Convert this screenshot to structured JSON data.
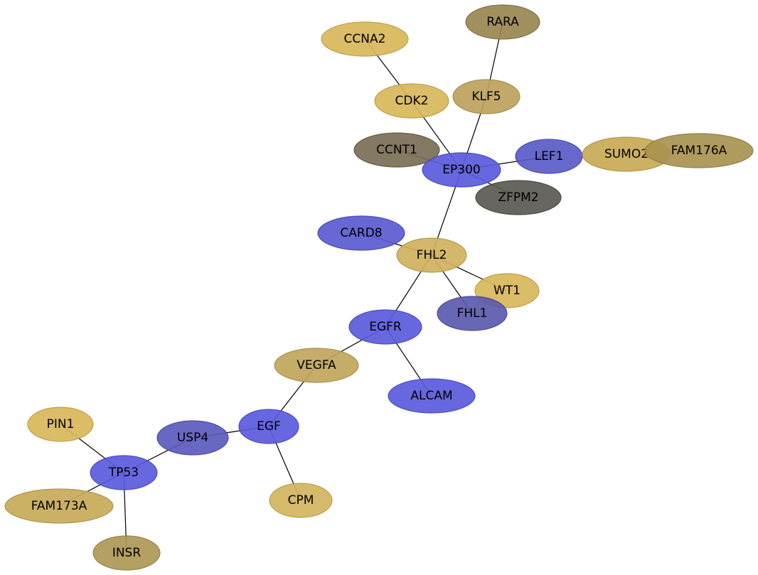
{
  "network": {
    "nodes": [
      {
        "id": "RARA",
        "label": "RARA",
        "fill": "#9a8650",
        "stroke": "#7c6c3f"
      },
      {
        "id": "CCNA2",
        "label": "CCNA2",
        "fill": "#d8b65a",
        "stroke": "#bd9c40"
      },
      {
        "id": "CDK2",
        "label": "CDK2",
        "fill": "#d8b65a",
        "stroke": "#bd9c40"
      },
      {
        "id": "KLF5",
        "label": "KLF5",
        "fill": "#bda25c",
        "stroke": "#a08845"
      },
      {
        "id": "CCNT1",
        "label": "CCNT1",
        "fill": "#7a6e55",
        "stroke": "#5f553f"
      },
      {
        "id": "EP300",
        "label": "EP300",
        "fill": "#5a5bdc",
        "stroke": "#4345c2"
      },
      {
        "id": "LEF1",
        "label": "LEF1",
        "fill": "#5a5bc7",
        "stroke": "#4445ad"
      },
      {
        "id": "SUMO2",
        "label": "SUMO2",
        "fill": "#c8aa55",
        "stroke": "#ad913f"
      },
      {
        "id": "FAM176A",
        "label": "FAM176A",
        "fill": "#a8924f",
        "stroke": "#8c7a3f"
      },
      {
        "id": "ZFPM2",
        "label": "ZFPM2",
        "fill": "#5a5953",
        "stroke": "#434239"
      },
      {
        "id": "CARD8",
        "label": "CARD8",
        "fill": "#5a5bd0",
        "stroke": "#4445b5"
      },
      {
        "id": "FHL2",
        "label": "FHL2",
        "fill": "#cfb15e",
        "stroke": "#b39645"
      },
      {
        "id": "WT1",
        "label": "WT1",
        "fill": "#d8b65a",
        "stroke": "#bd9c40"
      },
      {
        "id": "FHL1",
        "label": "FHL1",
        "fill": "#5b5aad",
        "stroke": "#454492"
      },
      {
        "id": "EGFR",
        "label": "EGFR",
        "fill": "#5a5bdc",
        "stroke": "#4345c2"
      },
      {
        "id": "VEGFA",
        "label": "VEGFA",
        "fill": "#c0a65c",
        "stroke": "#a48c45"
      },
      {
        "id": "ALCAM",
        "label": "ALCAM",
        "fill": "#5a5bdc",
        "stroke": "#4345c2"
      },
      {
        "id": "EGF",
        "label": "EGF",
        "fill": "#5a5bdc",
        "stroke": "#4345c2"
      },
      {
        "id": "USP4",
        "label": "USP4",
        "fill": "#5b5bbd",
        "stroke": "#4545a2"
      },
      {
        "id": "PIN1",
        "label": "PIN1",
        "fill": "#d8b65a",
        "stroke": "#bd9c40"
      },
      {
        "id": "TP53",
        "label": "TP53",
        "fill": "#5a5bdc",
        "stroke": "#4345c2"
      },
      {
        "id": "FAM173A",
        "label": "FAM173A",
        "fill": "#c6aa58",
        "stroke": "#ab9041"
      },
      {
        "id": "CPM",
        "label": "CPM",
        "fill": "#d3b45e",
        "stroke": "#b89a45"
      },
      {
        "id": "INSR",
        "label": "INSR",
        "fill": "#ad9855",
        "stroke": "#927f43"
      }
    ],
    "edges": [
      {
        "source": "RARA",
        "target": "KLF5"
      },
      {
        "source": "CCNA2",
        "target": "CDK2"
      },
      {
        "source": "CDK2",
        "target": "EP300"
      },
      {
        "source": "KLF5",
        "target": "EP300"
      },
      {
        "source": "CCNT1",
        "target": "EP300"
      },
      {
        "source": "EP300",
        "target": "LEF1"
      },
      {
        "source": "EP300",
        "target": "ZFPM2"
      },
      {
        "source": "EP300",
        "target": "FHL2"
      },
      {
        "source": "CARD8",
        "target": "FHL2"
      },
      {
        "source": "FHL2",
        "target": "WT1"
      },
      {
        "source": "FHL2",
        "target": "FHL1"
      },
      {
        "source": "FHL2",
        "target": "EGFR"
      },
      {
        "source": "EGFR",
        "target": "VEGFA"
      },
      {
        "source": "EGFR",
        "target": "ALCAM"
      },
      {
        "source": "VEGFA",
        "target": "EGF"
      },
      {
        "source": "EGF",
        "target": "USP4"
      },
      {
        "source": "EGF",
        "target": "CPM"
      },
      {
        "source": "USP4",
        "target": "TP53"
      },
      {
        "source": "PIN1",
        "target": "TP53"
      },
      {
        "source": "TP53",
        "target": "FAM173A"
      },
      {
        "source": "TP53",
        "target": "INSR"
      }
    ]
  }
}
